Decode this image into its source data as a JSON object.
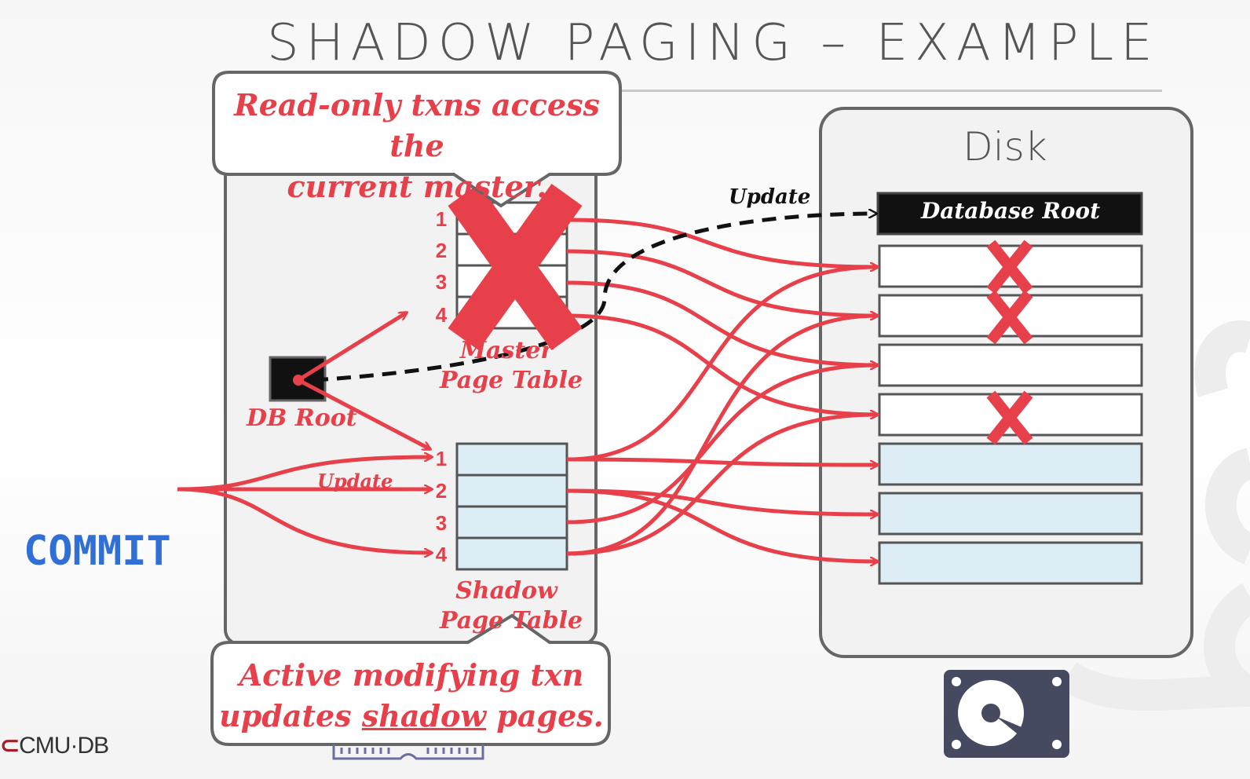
{
  "title": "SHADOW PAGING – EXAMPLE",
  "callouts": {
    "top": [
      "Read-only txns access the",
      "current master."
    ],
    "bottom": [
      "Active modifying txn",
      "updates",
      "shadow",
      "pages."
    ]
  },
  "labels": {
    "master_table": [
      "Master",
      "Page Table"
    ],
    "shadow_table": [
      "Shadow",
      "Page Table"
    ],
    "db_root": "DB Root",
    "update_shadow": "Update",
    "update_root": "Update",
    "disk": "Disk",
    "database_root": "Database Root",
    "commit": "COMMIT",
    "logo": "CMU·DB"
  },
  "page_numbers": [
    "1",
    "2",
    "3",
    "4"
  ],
  "colors": {
    "accent_red": "#e8404a",
    "shadow_fill": "#dcedf5",
    "commit_blue": "#2f6fd6",
    "disk_icon": "#454a60"
  },
  "icons": [
    "big-x-icon",
    "x-mark-icon",
    "hard-disk-icon"
  ]
}
